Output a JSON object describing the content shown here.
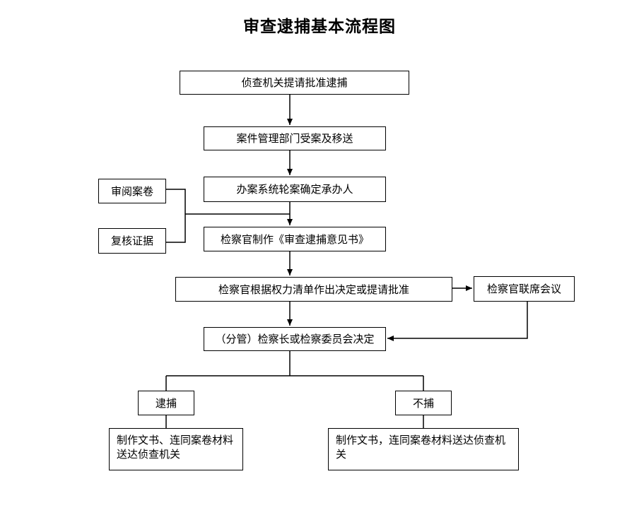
{
  "title": "审查逮捕基本流程图",
  "boxes": {
    "investigation_request": "侦查机关提请批准逮捕",
    "case_management": "案件管理部门受案及移送",
    "case_assignment": "办案系统轮案确定承办人",
    "review_files": "审阅案卷",
    "verify_evidence": "复核证据",
    "prosecutor_opinion": "检察官制作《审查逮捕意见书》",
    "prosecutor_decision": "检察官根据权力清单作出决定或提请批准",
    "joint_meeting": "检察官联席会议",
    "chief_decision": "（分管）检察长或检察委员会决定",
    "arrest": "逮捕",
    "no_arrest": "不捕",
    "arrest_docs": "制作文书、连同案卷材料送达侦查机关",
    "no_arrest_docs": "制作文书，连同案卷材料送达侦查机关"
  }
}
